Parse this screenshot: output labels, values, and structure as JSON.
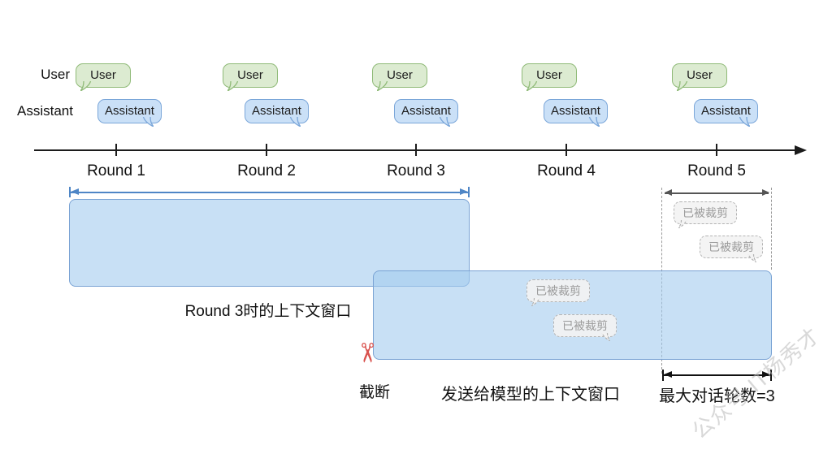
{
  "legend": {
    "user": "User",
    "assistant": "Assistant"
  },
  "bubble": {
    "user": "User",
    "assistant": "Assistant"
  },
  "timeline": {
    "rounds": [
      "Round 1",
      "Round 2",
      "Round 3",
      "Round 4",
      "Round 5"
    ]
  },
  "windows": {
    "round3_window_label": "Round 3时的上下文窗口",
    "sent_window_label": "发送给模型的上下文窗口",
    "truncation_label": "截断",
    "max_rounds_label": "最大对话轮数=3",
    "trimmed_label": "已被裁剪"
  },
  "icons": {
    "scissors": "✂"
  },
  "watermark": "公众号 IT杨秀才",
  "colors": {
    "user_bubble_fill": "#dcebd1",
    "user_bubble_border": "#8fba77",
    "assistant_bubble_fill": "#cae0f7",
    "assistant_bubble_border": "#7aa6d9",
    "window_fill": "#c8e0f5",
    "window_border": "#7aa3d4",
    "measure_arrow_blue": "#4f86c6",
    "timeline_black": "#1c1c1c",
    "trimmed_gray": "#9a9a9a",
    "scissors_red": "#d9534f"
  }
}
